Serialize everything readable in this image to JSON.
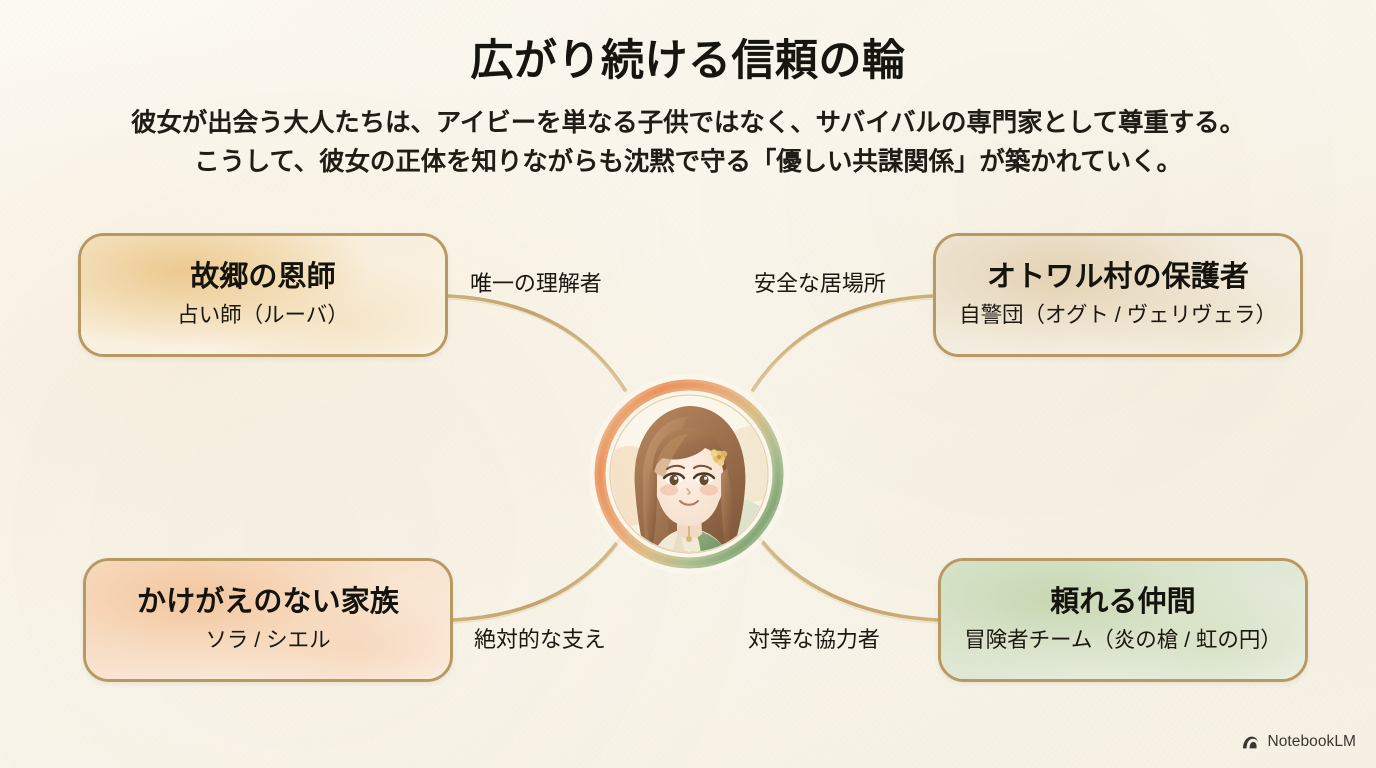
{
  "header": {
    "title": "広がり続ける信頼の輪",
    "subtitle": "彼女が出会う大人たちは、アイビーを単なる子供ではなく、サバイバルの専門家として尊重する。\nこうして、彼女の正体を知りながらも沈黙で守る「優しい共謀関係」が築かれていく。"
  },
  "center": {
    "name": "ivy-portrait",
    "description": "茶色の巻き毛に花の髪飾りをつけ、緑の衣をまとった少女の水彩画ポートレート",
    "ring_colors": [
      "#e8894f",
      "#d9b779",
      "#7aa06a"
    ]
  },
  "cards": [
    {
      "id": "card-tl",
      "position": "top-left",
      "title": "故郷の恩師",
      "subtitle": "占い師（ルーバ）",
      "fill": "#f7ead2",
      "border": "#b79a63"
    },
    {
      "id": "card-tr",
      "position": "top-right",
      "title": "オトワル村の保護者",
      "subtitle": "自警団（オグト / ヴェリヴェラ）",
      "fill": "#eee6d6",
      "border": "#b79a63"
    },
    {
      "id": "card-bl",
      "position": "bottom-left",
      "title": "かけがえのない家族",
      "subtitle": "ソラ / シエル",
      "fill": "#f6d9bd",
      "border": "#b79a63"
    },
    {
      "id": "card-br",
      "position": "bottom-right",
      "title": "頼れる仲間",
      "subtitle": "冒険者チーム（炎の槍 / 虹の円）",
      "fill": "#d4e0c6",
      "border": "#b79a63"
    }
  ],
  "edge_labels": [
    {
      "id": "lbl-tl",
      "connects": "card-tl",
      "text": "唯一の理解者"
    },
    {
      "id": "lbl-tr",
      "connects": "card-tr",
      "text": "安全な居場所"
    },
    {
      "id": "lbl-bl",
      "connects": "card-bl",
      "text": "絶対的な支え"
    },
    {
      "id": "lbl-br",
      "connects": "card-br",
      "text": "対等な協力者"
    }
  ],
  "connector": {
    "color": "#c2a46a",
    "style": "hand-drawn curved line"
  },
  "watermark": {
    "label": "NotebookLM",
    "icon": "notebooklm-arc-icon"
  }
}
